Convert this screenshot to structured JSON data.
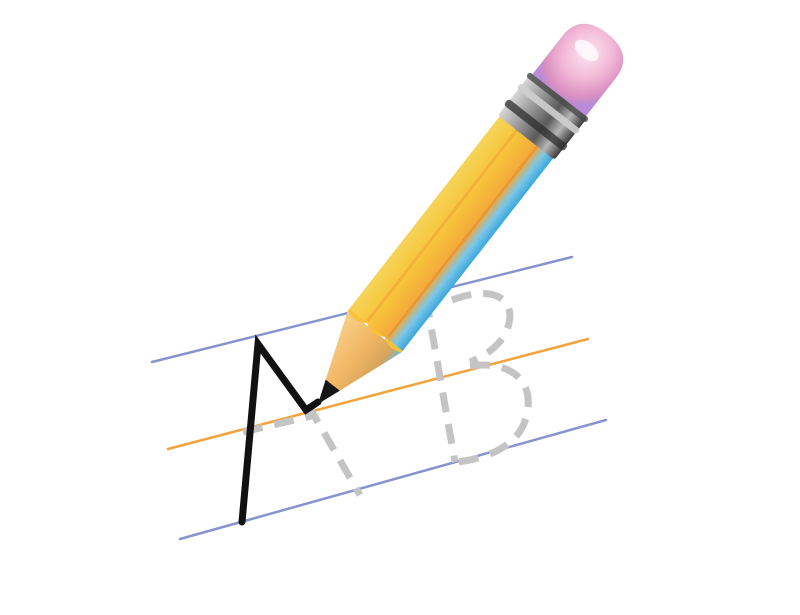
{
  "illustration": {
    "subject": "pencil-tracing-letters",
    "letters": [
      "A",
      "B"
    ],
    "completed_strokes": "A",
    "colors": {
      "background": "#ffffff",
      "guide_line": "#8594cf",
      "mid_line": "#f2a43a",
      "traced_stroke": "#111111",
      "dashed_stroke": "#c4c4c4",
      "pencil_body": "#f7c53a",
      "pencil_shadow": "#4fb6e3",
      "wood": "#f2b765",
      "ferrule": "#8c8c8c",
      "eraser": "#f2b8d6",
      "graphite": "#151515"
    },
    "icons": [
      "pencil-icon",
      "eraser-icon"
    ]
  }
}
